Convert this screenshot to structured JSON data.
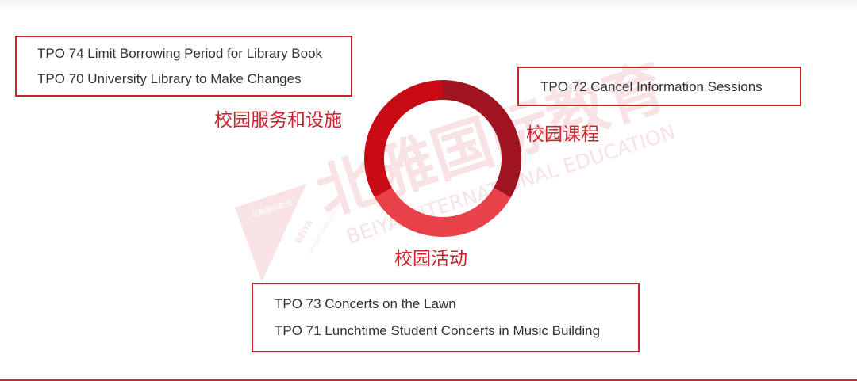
{
  "colors": {
    "accent": "#c9252f",
    "ring_dark": "#a0141f",
    "ring_mid": "#c80a15",
    "ring_light": "#e8414a",
    "text": "#333333"
  },
  "categories": {
    "facilities": {
      "label": "校园服务和设施",
      "topics": [
        "TPO 74 Limit Borrowing Period for Library Book",
        "TPO 70 University Library to Make Changes"
      ]
    },
    "courses": {
      "label": "校园课程",
      "topics": [
        "TPO 72 Cancel Information Sessions"
      ]
    },
    "activities": {
      "label": "校园活动",
      "topics": [
        "TPO 73 Concerts on the Lawn",
        "TPO 71 Lunchtime Student Concerts in Music Building"
      ]
    }
  },
  "watermark": {
    "brand_cn": "北雅国际教育",
    "brand_en": "BEIYA INTERNATIONAL EDUCATION",
    "logo_text": "BEIYA",
    "logo_sub": "INTERNATIONAL EDUCATION",
    "logo_cn": "北雅国际教育"
  }
}
